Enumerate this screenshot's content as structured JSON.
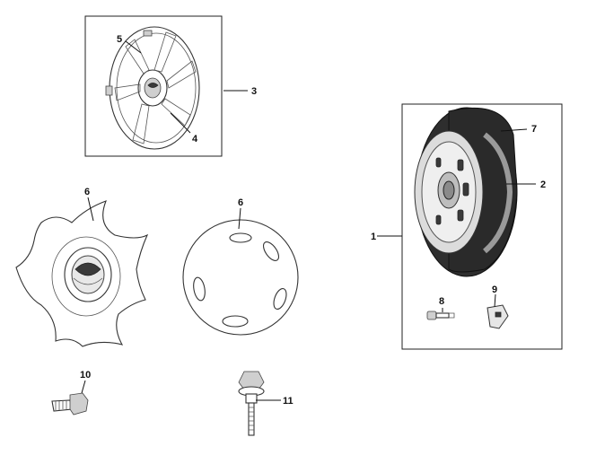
{
  "labels": {
    "l1": "1",
    "l2": "2",
    "l3": "3",
    "l4": "4",
    "l5": "5",
    "l6a": "6",
    "l6b": "6",
    "l7": "7",
    "l8": "8",
    "l9": "9",
    "l10": "10",
    "l11": "11"
  }
}
